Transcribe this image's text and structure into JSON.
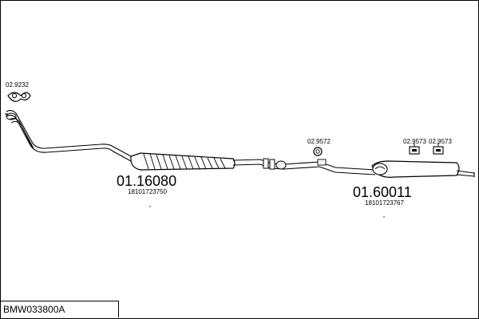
{
  "assembly_code": "BMW033800A",
  "parts": [
    {
      "code": "02.9232"
    },
    {
      "code": "01.16080",
      "oe_number": "18101723750"
    },
    {
      "code": "02.9572"
    },
    {
      "code": "02.9573"
    },
    {
      "code": "02.9573"
    },
    {
      "code": "01.60011",
      "oe_number": "18101723767"
    }
  ]
}
